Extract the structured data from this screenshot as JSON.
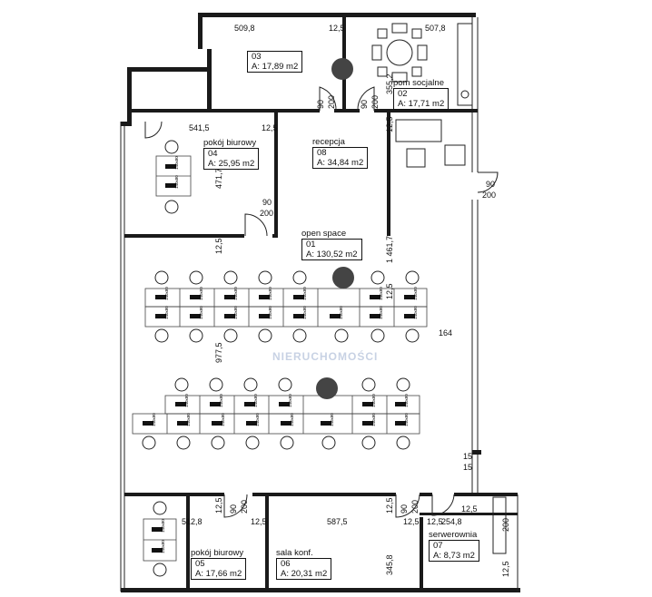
{
  "rooms": {
    "r03": {
      "number": "03",
      "area": "A: 17,89 m2"
    },
    "r02": {
      "name": "pom socjalne",
      "number": "02",
      "area": "A: 17,71 m2"
    },
    "r04": {
      "name": "pokój biurowy",
      "number": "04",
      "area": "A: 25,95 m2"
    },
    "r08": {
      "name": "recepcja",
      "number": "08",
      "area": "A: 34,84 m2"
    },
    "r01": {
      "name": "open space",
      "number": "01",
      "area": "A: 130,52 m2"
    },
    "r05": {
      "name": "pokój biurowy",
      "number": "05",
      "area": "A: 17,66 m2"
    },
    "r06": {
      "name": "sala konf.",
      "number": "06",
      "area": "A: 20,31 m2"
    },
    "r07": {
      "name": "serwerownia",
      "number": "07",
      "area": "A: 8,73 m2"
    }
  },
  "dimensions": {
    "d509_8": "509,8",
    "d12_5a": "12,5",
    "d507_8": "507,8",
    "d355_2": "355,2",
    "d541_5": "541,5",
    "d12_5b": "12,5",
    "d12_5c": "12,5",
    "d471_7": "471,7",
    "d90a": "90",
    "d200a": "200",
    "d90b": "90",
    "d200b": "200",
    "d90c": "90",
    "d200c": "200",
    "d90d": "90",
    "d200d": "200",
    "d12_5d": "12,5",
    "d1461_7": "1 461,7",
    "d12_5e": "12,5",
    "d164": "164",
    "d977_5": "977,5",
    "d15a": "15",
    "d15b": "15",
    "d12_5f": "12,5",
    "d90e": "90",
    "d200e": "200",
    "d12_5g": "12,5",
    "d512_8": "512,8",
    "d12_5h": "12,5",
    "d587_5": "587,5",
    "d12_5i": "12,5",
    "d90f": "90",
    "d200f": "200",
    "d12_5j": "12,5",
    "d12_5k": "12,5",
    "d254_8": "254,8",
    "d200g": "200",
    "d345_8": "345,8",
    "d12_5l": "12,5",
    "d140x80": "140x80"
  },
  "watermark": {
    "line": "NIERUCHOMOŚCI"
  }
}
